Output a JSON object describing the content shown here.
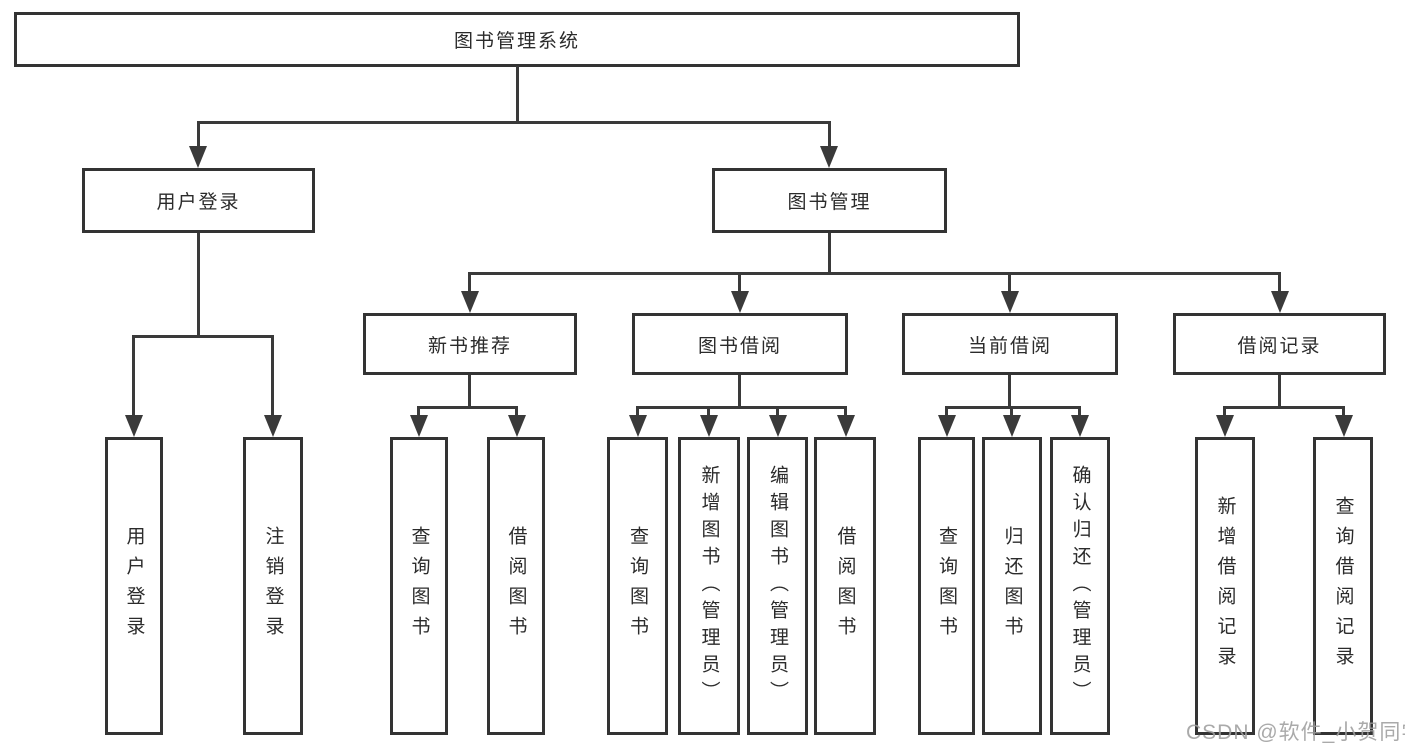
{
  "diagram": {
    "type": "hierarchy-tree",
    "tree": {
      "label": "图书管理系统",
      "children": [
        {
          "label": "用户登录",
          "children": [
            {
              "label": "用户登录"
            },
            {
              "label": "注销登录"
            }
          ]
        },
        {
          "label": "图书管理",
          "children": [
            {
              "label": "新书推荐",
              "children": [
                {
                  "label": "查询图书"
                },
                {
                  "label": "借阅图书"
                }
              ]
            },
            {
              "label": "图书借阅",
              "children": [
                {
                  "label": "查询图书"
                },
                {
                  "label": "新增图书（管理员）"
                },
                {
                  "label": "编辑图书（管理员）"
                },
                {
                  "label": "借阅图书"
                }
              ]
            },
            {
              "label": "当前借阅",
              "children": [
                {
                  "label": "查询图书"
                },
                {
                  "label": "归还图书"
                },
                {
                  "label": "确认归还（管理员）"
                }
              ]
            },
            {
              "label": "借阅记录",
              "children": [
                {
                  "label": "新增借阅记录"
                },
                {
                  "label": "查询借阅记录"
                }
              ]
            }
          ]
        }
      ]
    }
  },
  "watermark": {
    "text": "CSDN @软件_小贺同学"
  },
  "colors": {
    "line": "#3a3a3a",
    "box_border": "#333333",
    "box_fill": "#ffffff",
    "text": "#2b2b2b",
    "watermark": "#9e9e9e",
    "background": "#ffffff"
  }
}
